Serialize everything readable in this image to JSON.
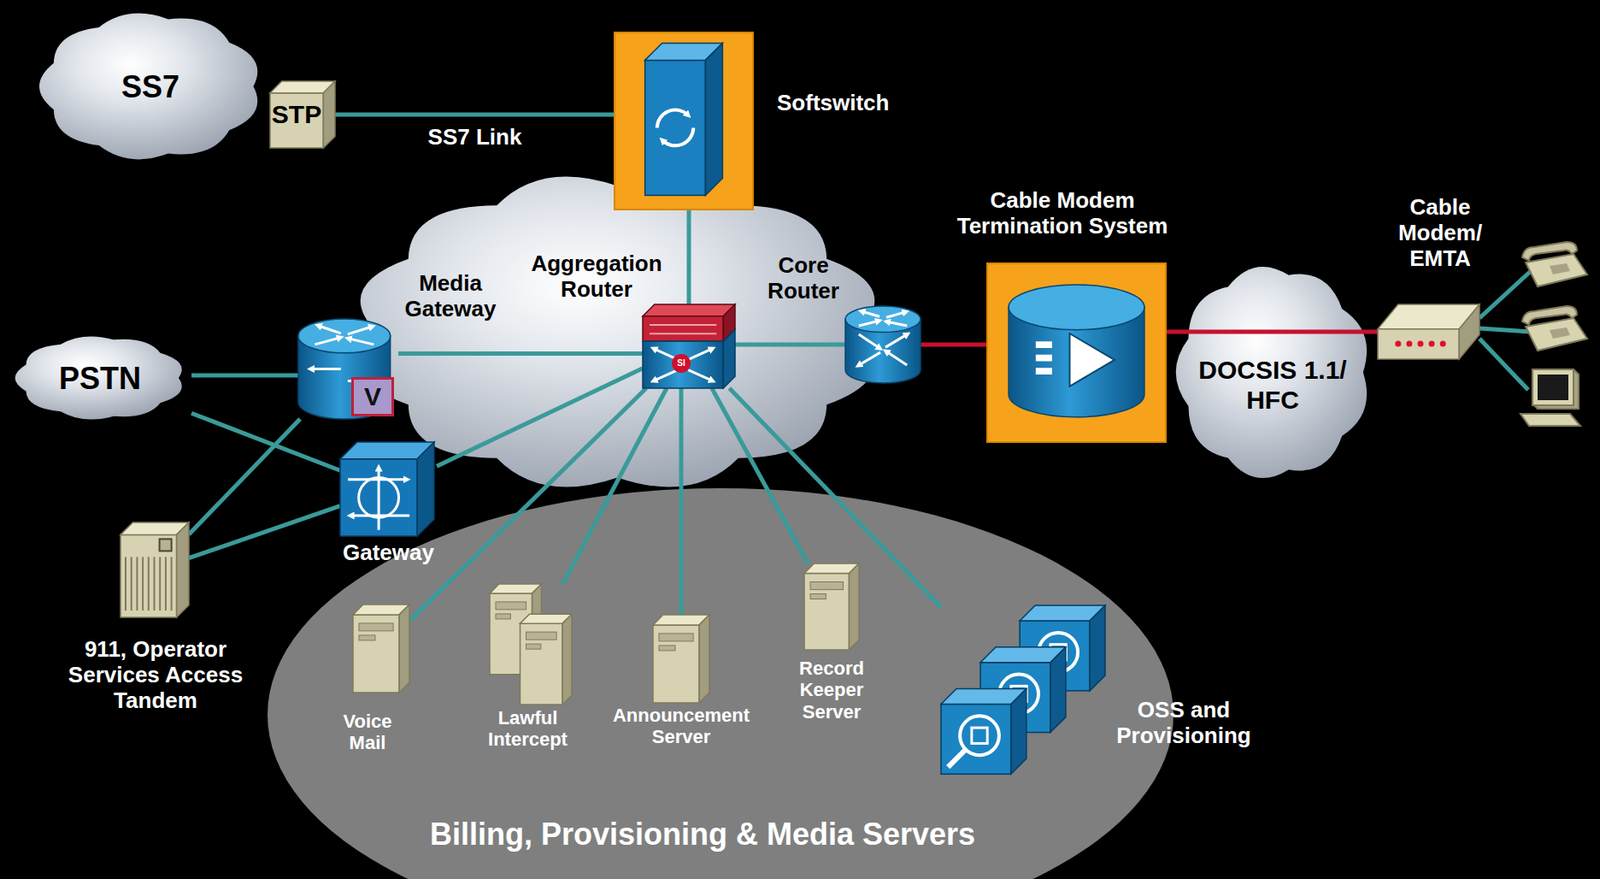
{
  "diagram": {
    "nodes": [
      {
        "text": [
          "SS7"
        ]
      },
      {
        "text": [
          "STP"
        ]
      },
      {
        "text": [
          "Softswitch"
        ]
      },
      {
        "text": [
          "PSTN"
        ]
      },
      {
        "text": [
          "Media Gateway",
          "V"
        ]
      },
      {
        "text": [
          "Aggregation Router",
          "SI"
        ]
      },
      {
        "text": [
          "Core Router"
        ]
      },
      {
        "text": [
          "Cable Modem Termination System"
        ]
      },
      {
        "text": [
          "DOCSIS 1.1/ HFC"
        ]
      },
      {
        "text": [
          "Cable Modem/ EMTA"
        ]
      },
      {
        "text": [
          "Gateway"
        ]
      },
      {
        "text": [
          "911, Operator Services Access Tandem"
        ]
      },
      {
        "text": [
          "Billing, Provisioning & Media Servers"
        ]
      },
      {
        "text": [
          "Voice Mail"
        ],
        "in": 12
      },
      {
        "text": [
          "Lawful Intercept"
        ],
        "in": 12
      },
      {
        "text": [
          "Announcement Server"
        ],
        "in": 12
      },
      {
        "text": [
          "Record Keeper Server"
        ],
        "in": 12
      },
      {
        "text": [
          "OSS and Provisioning"
        ],
        "in": 12
      }
    ],
    "edges": [
      {
        "from": 1,
        "to": 2,
        "label": "SS7 Link",
        "arrow": "none"
      },
      {
        "from": 2,
        "to": 5,
        "arrow": "none"
      },
      {
        "from": 3,
        "to": 4,
        "arrow": "none"
      },
      {
        "from": 3,
        "to": 10,
        "arrow": "none"
      },
      {
        "from": 11,
        "to": 4,
        "arrow": "none"
      },
      {
        "from": 11,
        "to": 10,
        "arrow": "none"
      },
      {
        "from": 4,
        "to": 5,
        "arrow": "none"
      },
      {
        "from": 10,
        "to": 5,
        "arrow": "none"
      },
      {
        "from": 5,
        "to": 6,
        "arrow": "none"
      },
      {
        "from": 6,
        "to": 7,
        "arrow": "none"
      },
      {
        "from": 7,
        "to": 9,
        "arrow": "none"
      },
      {
        "from": 5,
        "to": 13,
        "arrow": "none"
      },
      {
        "from": 5,
        "to": 14,
        "arrow": "none"
      },
      {
        "from": 5,
        "to": 15,
        "arrow": "none"
      },
      {
        "from": 5,
        "to": 16,
        "arrow": "none"
      },
      {
        "from": 5,
        "to": 17,
        "arrow": "none"
      }
    ]
  }
}
